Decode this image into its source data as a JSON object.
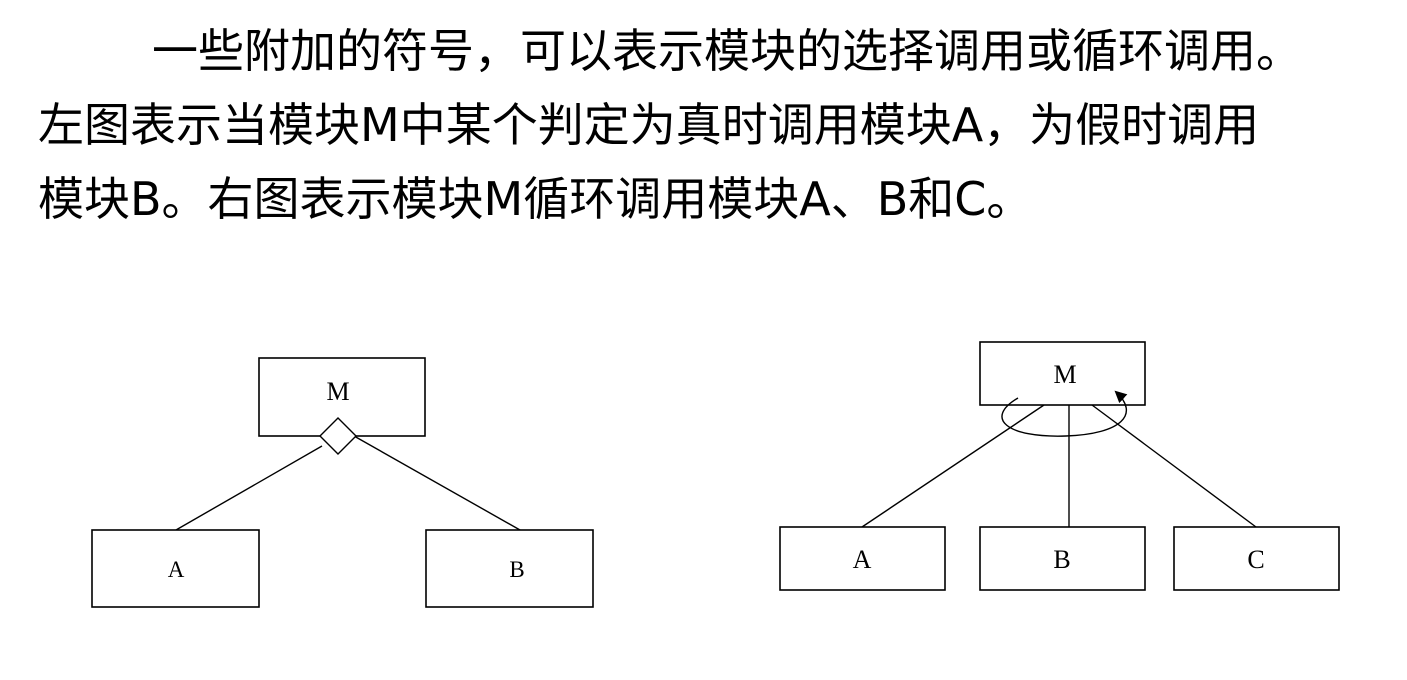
{
  "paragraph": {
    "line1": "一些附加的符号，可以表示模块的选择调用或循环调用。",
    "line2": "左图表示当模块M中某个判定为真时调用模块A，为假时调用",
    "line3": "模块B。右图表示模块M循环调用模块A、B和C。"
  },
  "left_diagram": {
    "parent": "M",
    "children": [
      "A",
      "B"
    ]
  },
  "right_diagram": {
    "parent": "M",
    "children": [
      "A",
      "B",
      "C"
    ]
  },
  "colors": {
    "stroke": "#000000",
    "background": "#ffffff"
  }
}
